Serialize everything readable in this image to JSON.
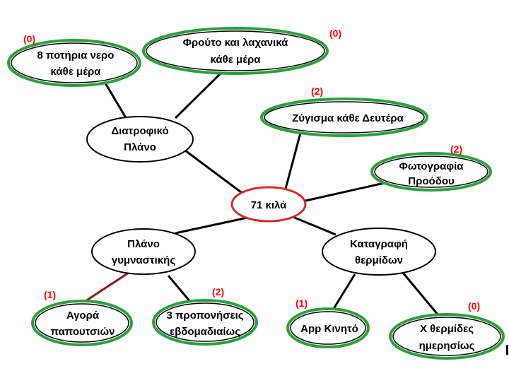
{
  "center": {
    "label": "71 κιλά"
  },
  "branches": {
    "diet": {
      "label_line1": "Διατροφικό",
      "label_line2": "Πλάνο",
      "children": {
        "water": {
          "line1": "8 ποτήρια νερο",
          "line2": "κάθε μέρα",
          "score": "(0)"
        },
        "fruit": {
          "line1": "Φρούτο και λαχανικά",
          "line2": "κάθε μέρα",
          "score": "(0)"
        }
      }
    },
    "weigh": {
      "line1": "Ζύγισμα κάθε Δευτέρα",
      "score": "(2)"
    },
    "photo": {
      "line1": "Φωτογραφία",
      "line2": "Προόδου",
      "score": "(2)"
    },
    "exercise": {
      "label_line1": "Πλάνο",
      "label_line2": "γυμναστικής",
      "children": {
        "shoes": {
          "line1": "Αγορά",
          "line2": "παπουτσιών",
          "score": "(1)"
        },
        "workouts": {
          "line1": "3 προπονήσεις",
          "line2": "εβδομαδιαίως",
          "score": "(2)"
        }
      }
    },
    "calories": {
      "label_line1": "Καταγραφή",
      "label_line2": "θερμίδων",
      "children": {
        "app": {
          "line1": "App Κινητό",
          "score": "(1)"
        },
        "daily": {
          "line1": "Χ θερμίδες",
          "line2": "ημερησίως",
          "score": "(0)"
        }
      }
    }
  },
  "colors": {
    "center_border": "#d42a2a",
    "done_border": "#2e9e3e",
    "branch_border": "#000000",
    "score": "#ff0000",
    "line": "#000000"
  }
}
